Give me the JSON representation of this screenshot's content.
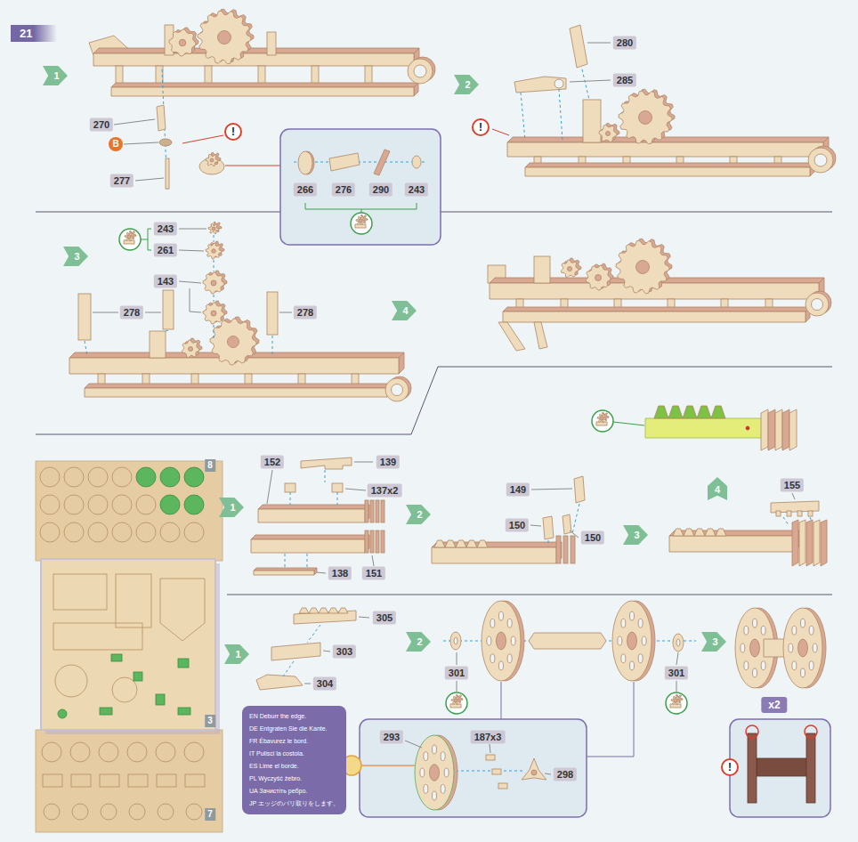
{
  "diagram": {
    "nodes": [
      {
        "text": [
          "21"
        ]
      },
      {
        "text": [
          "EN Deburr the edge.",
          "DE Entgraten Sie die Kante.",
          "FR Ébavurez le bord.",
          "IT Pulisci la costola.",
          "ES Lime el borde.",
          "PL Wyczyść żebro.",
          "UA Зачистіть ребро.",
          "JP エッジのバリ取りをします。"
        ]
      }
    ],
    "labels": [
      "1",
      "270",
      "B",
      "!",
      "277",
      "266",
      "276",
      "290",
      "243",
      "2",
      "280",
      "285",
      "!",
      "3",
      "243",
      "261",
      "143",
      "278",
      "278",
      "4",
      "8",
      "1",
      "152",
      "139",
      "137x2",
      "138",
      "151",
      "2",
      "149",
      "150",
      "150",
      "3",
      "4",
      "155",
      "3",
      "1",
      "305",
      "303",
      "304",
      "2",
      "301",
      "301",
      "293",
      "187x3",
      "298",
      "3",
      "x2",
      "!",
      "7"
    ]
  }
}
